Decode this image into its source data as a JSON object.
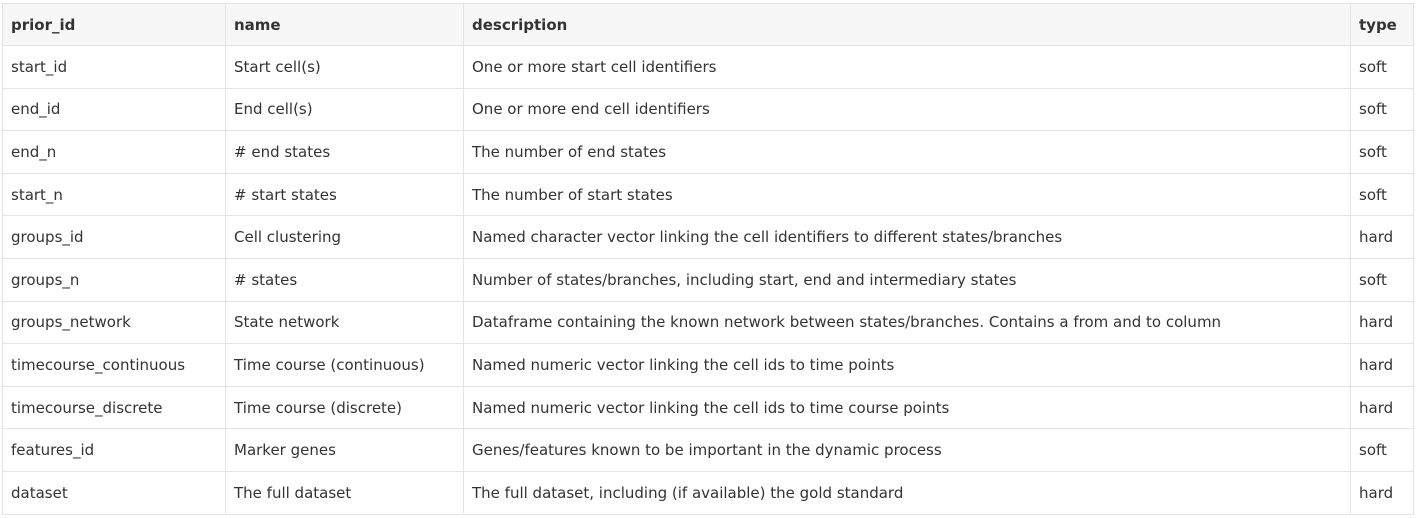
{
  "table": {
    "headers": [
      "prior_id",
      "name",
      "description",
      "type"
    ],
    "rows": [
      {
        "prior_id": "start_id",
        "name": "Start cell(s)",
        "description": "One or more start cell identifiers",
        "type": "soft"
      },
      {
        "prior_id": "end_id",
        "name": "End cell(s)",
        "description": "One or more end cell identifiers",
        "type": "soft"
      },
      {
        "prior_id": "end_n",
        "name": "# end states",
        "description": "The number of end states",
        "type": "soft"
      },
      {
        "prior_id": "start_n",
        "name": "# start states",
        "description": "The number of start states",
        "type": "soft"
      },
      {
        "prior_id": "groups_id",
        "name": "Cell clustering",
        "description": "Named character vector linking the cell identifiers to different states/branches",
        "type": "hard"
      },
      {
        "prior_id": "groups_n",
        "name": "# states",
        "description": "Number of states/branches, including start, end and intermediary states",
        "type": "soft"
      },
      {
        "prior_id": "groups_network",
        "name": "State network",
        "description": "Dataframe containing the known network between states/branches. Contains a from and to column",
        "type": "hard"
      },
      {
        "prior_id": "timecourse_continuous",
        "name": "Time course (continuous)",
        "description": "Named numeric vector linking the cell ids to time points",
        "type": "hard"
      },
      {
        "prior_id": "timecourse_discrete",
        "name": "Time course (discrete)",
        "description": "Named numeric vector linking the cell ids to time course points",
        "type": "hard"
      },
      {
        "prior_id": "features_id",
        "name": "Marker genes",
        "description": "Genes/features known to be important in the dynamic process",
        "type": "soft"
      },
      {
        "prior_id": "dataset",
        "name": "The full dataset",
        "description": "The full dataset, including (if available) the gold standard",
        "type": "hard"
      }
    ]
  }
}
